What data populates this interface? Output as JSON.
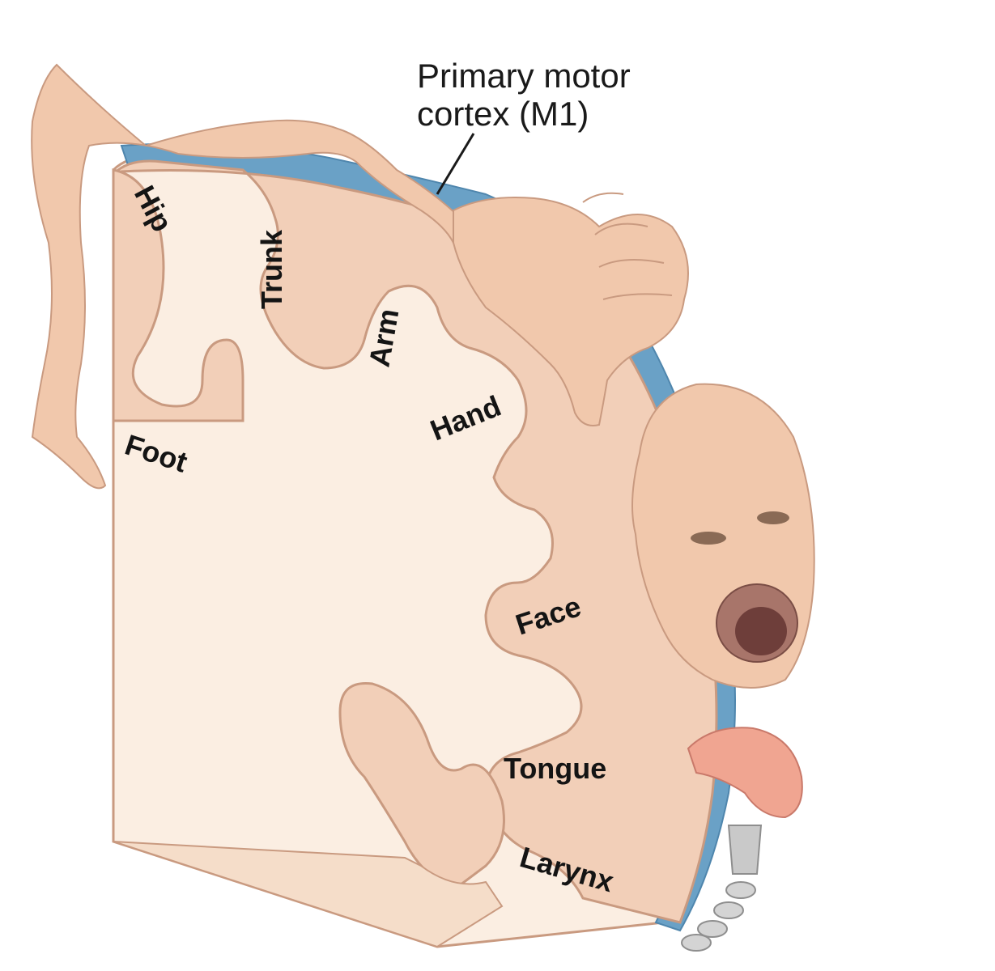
{
  "title": {
    "line1": "Primary motor",
    "line2": "cortex (M1)"
  },
  "regions": {
    "hip": "Hip",
    "trunk": "Trunk",
    "arm": "Arm",
    "hand": "Hand",
    "foot": "Foot",
    "face": "Face",
    "tongue": "Tongue",
    "larynx": "Larynx"
  },
  "colors": {
    "background": "#ffffff",
    "section_face": "#fbeee2",
    "gray_matter": "#f2cfb8",
    "cortex_blue": "#6aa1c6",
    "skin": "#f1c8ac",
    "outline": "#c99a80"
  },
  "icons": {
    "leg": "leg-illustration",
    "hand": "fist-illustration",
    "head": "head-illustration",
    "tongue": "tongue-illustration",
    "larynx": "larynx-illustration"
  }
}
